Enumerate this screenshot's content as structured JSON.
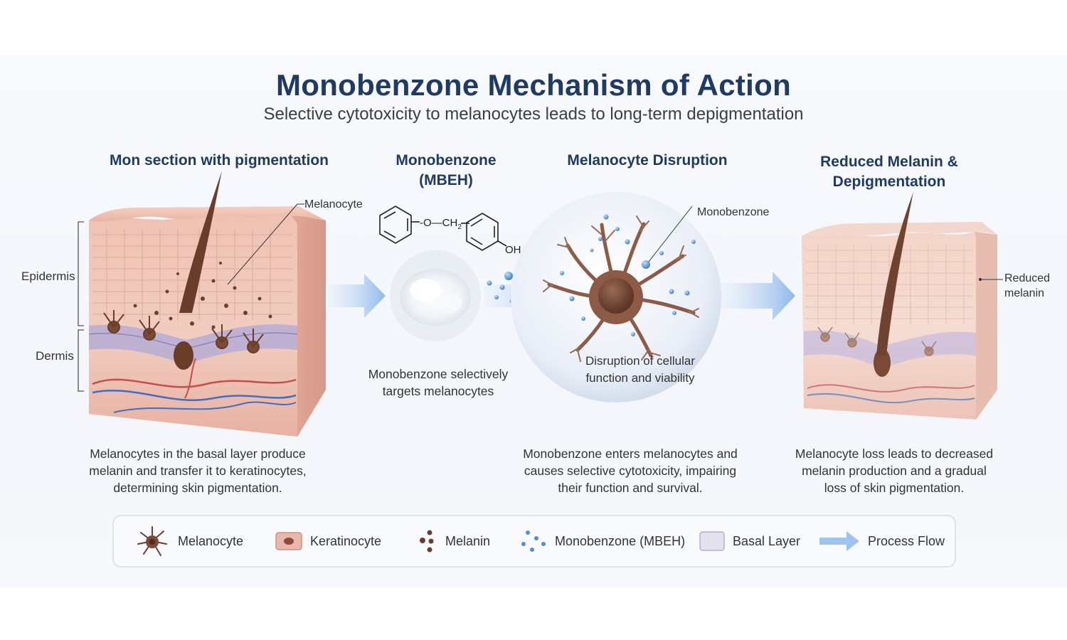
{
  "title": "Monobenzone Mechanism of Action",
  "subtitle": "Selective cytotoxicity to melanocytes leads to long-term depigmentation",
  "steps": [
    {
      "heading": "Mon section with pigmentation",
      "caption": [
        "Melanocytes in the basal layer produce",
        "melanin and transfer it to keratinocytes,",
        "determining skin pigmentation."
      ],
      "labels": {
        "melanocyte": "Melanocyte",
        "epidermis": "Epidermis",
        "dermis": "Dermis"
      }
    },
    {
      "heading": [
        "Monobenzone",
        "(MBEH)"
      ],
      "caption": [
        "Monobenzone selectively",
        "targets melanocytes"
      ],
      "formula": {
        "ether": "O",
        "ch2": "CH",
        "sub": "2",
        "oh": "OH"
      }
    },
    {
      "heading": "Melanocyte Disruption",
      "caption": [
        "Monobenzone enters melanocytes and",
        "causes selective cytotoxicity, impairing",
        "their function and survival."
      ],
      "inner_caption": [
        "Disruption of cellular",
        "function and viability"
      ],
      "labels": {
        "monobenzone": "Monobenzone"
      }
    },
    {
      "heading": [
        "Reduced Melanin &",
        "Depigmentation"
      ],
      "caption": [
        "Melanocyte loss leads to decreased",
        "melanin production and a gradual",
        "loss of skin pigmentation."
      ],
      "labels": {
        "reduced": [
          "Reduced",
          "melanin"
        ]
      }
    }
  ],
  "legend": [
    {
      "icon": "melanocyte-icon",
      "label": "Melanocyte"
    },
    {
      "icon": "keratinocyte-icon",
      "label": "Keratinocyte"
    },
    {
      "icon": "melanin-icon",
      "label": "Melanin"
    },
    {
      "icon": "monobenzone-icon",
      "label": "Monobenzone (MBEH)"
    },
    {
      "icon": "basal-layer-icon",
      "label": "Basal Layer"
    },
    {
      "icon": "process-flow-icon",
      "label": "Process Flow"
    }
  ],
  "colors": {
    "title": "#1f3a63",
    "skin": "#f0c2b2",
    "basal": "#b9aed3",
    "melanin": "#5a3422",
    "monobenzone": "#4e8fd6",
    "arrow": "#9fc3ee"
  }
}
